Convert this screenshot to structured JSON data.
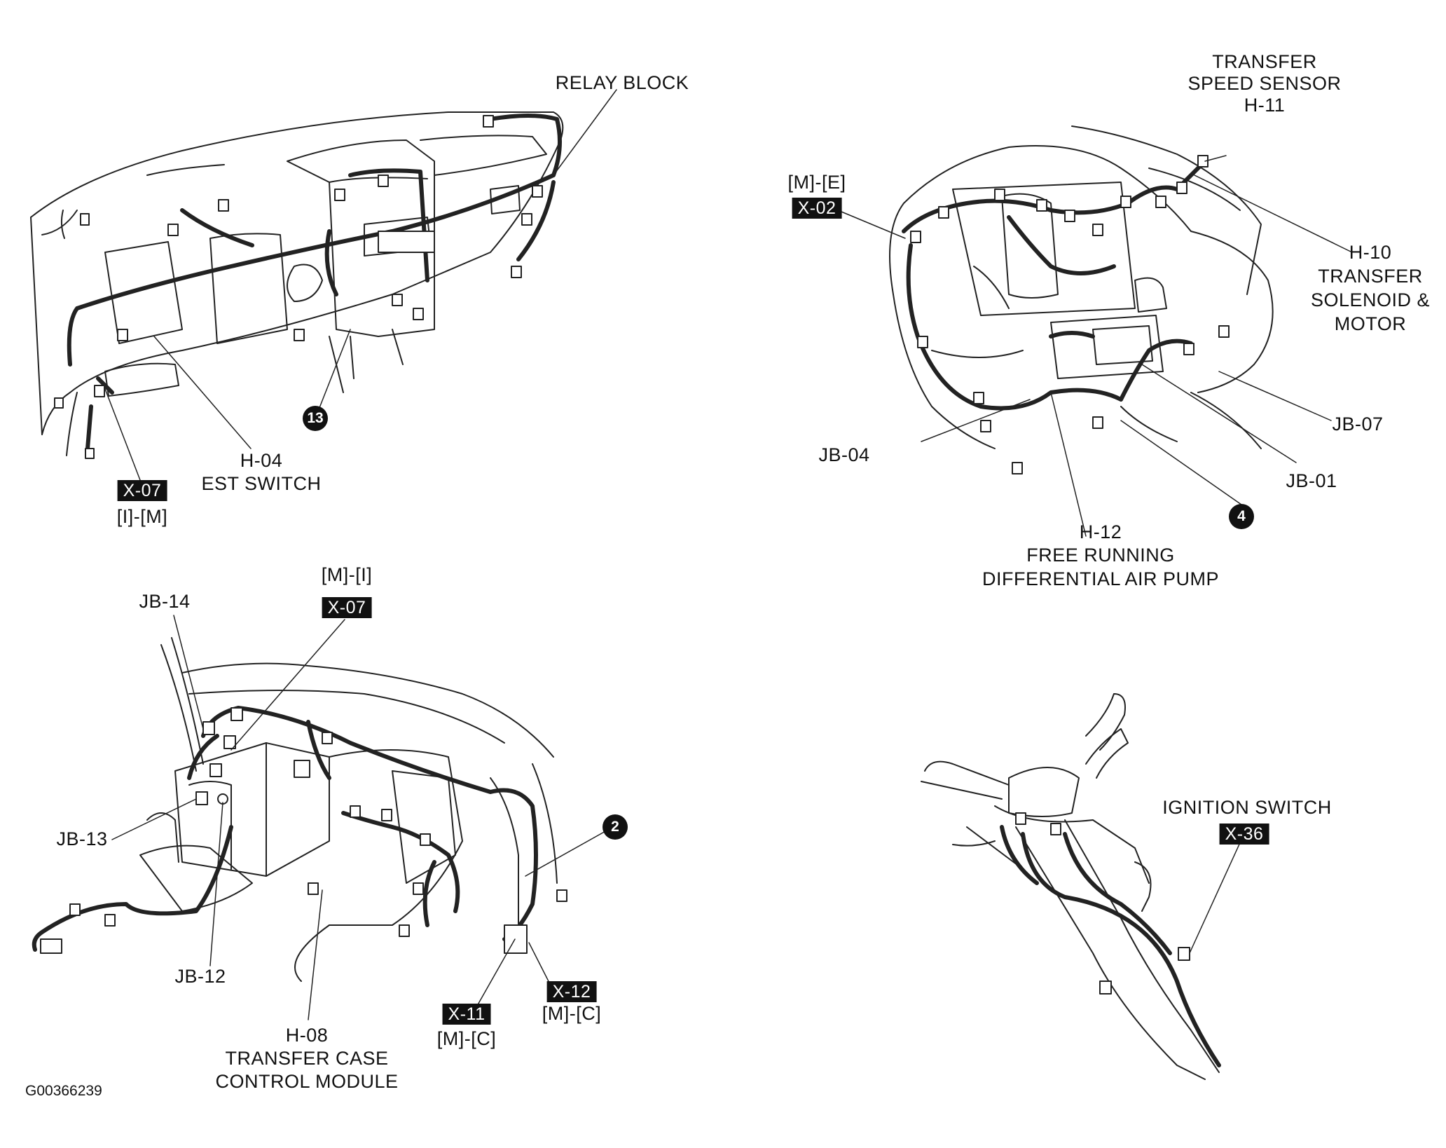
{
  "relay_block": "RELAY BLOCK",
  "h04": {
    "id": "H-04",
    "name": "EST SWITCH"
  },
  "x07_top": {
    "tag": "X-07",
    "coord": "[I]-[M]"
  },
  "badge_13": "13",
  "transfer_speed_sensor": {
    "line1": "TRANSFER",
    "line2": "SPEED SENSOR",
    "id": "H-11"
  },
  "x02": {
    "coord": "[M]-[E]",
    "tag": "X-02"
  },
  "h10": {
    "id": "H-10",
    "line1": "TRANSFER",
    "line2": "SOLENOID &",
    "line3": "MOTOR"
  },
  "jb07": "JB-07",
  "jb04": "JB-04",
  "jb01": "JB-01",
  "badge_4": "4",
  "h12": {
    "id": "H-12",
    "line1": "FREE RUNNING",
    "line2": "DIFFERENTIAL AIR PUMP"
  },
  "x07_bottom": {
    "coord": "[M]-[I]",
    "tag": "X-07"
  },
  "jb14": "JB-14",
  "jb13": "JB-13",
  "jb12": "JB-12",
  "badge_2": "2",
  "h08": {
    "id": "H-08",
    "line1": "TRANSFER CASE",
    "line2": "CONTROL MODULE"
  },
  "x11": {
    "tag": "X-11",
    "coord": "[M]-[C]"
  },
  "x12": {
    "tag": "X-12",
    "coord": "[M]-[C]"
  },
  "ignition_switch": {
    "name": "IGNITION SWITCH",
    "tag": "X-36"
  },
  "image_code": "G00366239"
}
